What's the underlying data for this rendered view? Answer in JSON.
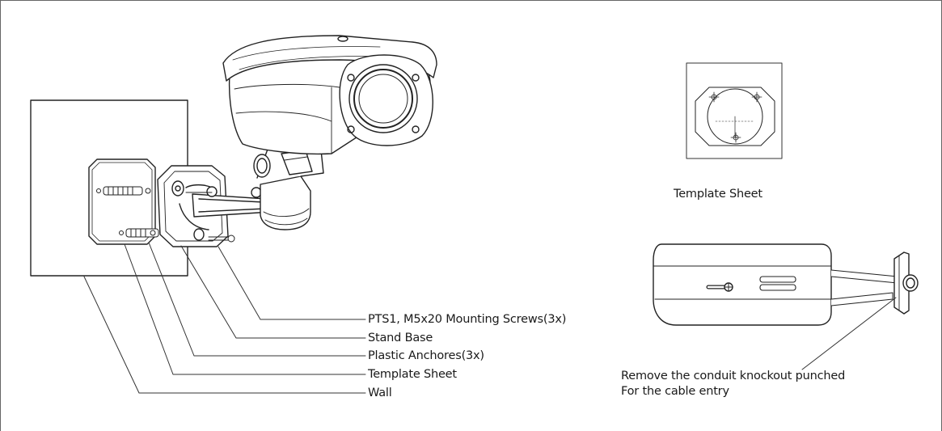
{
  "callouts": {
    "screws": "PTS1, M5x20 Mounting Screws(3x)",
    "stand_base": "Stand Base",
    "anchors": "Plastic Anchores(3x)",
    "template": "Template Sheet",
    "wall": "Wall"
  },
  "template_caption": "Template Sheet",
  "knockout_note": {
    "line1": "Remove the conduit knockout punched",
    "line2": "For the cable entry"
  }
}
